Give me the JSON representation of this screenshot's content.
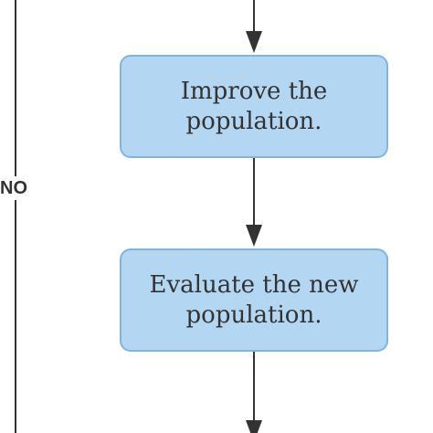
{
  "nodes": {
    "improve": {
      "line1": "Improve the",
      "line2": "population."
    },
    "evaluate": {
      "line1": "Evaluate the new",
      "line2": "population."
    }
  },
  "labels": {
    "loop_no": "NO"
  },
  "colors": {
    "node_fill": "#b3d6f2",
    "node_border": "#7fb5e0",
    "connector": "#333333",
    "text": "#333333"
  }
}
